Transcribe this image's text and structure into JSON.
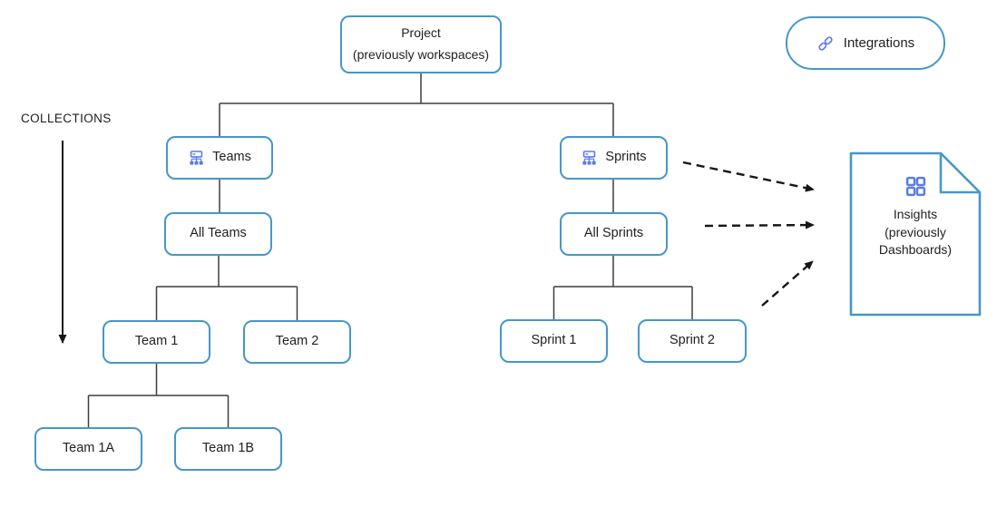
{
  "colors": {
    "box_border": "#4697c8",
    "icon_blue": "#5b7ce8",
    "connector": "#3f3f3f",
    "arrow_black": "#161616",
    "text": "#212121"
  },
  "collections": {
    "label": "COLLECTIONS",
    "arrow": "downward"
  },
  "nodes": {
    "project": {
      "label": "Project",
      "sublabel": "(previously workspaces)"
    },
    "integrations": {
      "label": "Integrations",
      "icon": "link-icon"
    },
    "teams": {
      "label": "Teams",
      "icon": "org-chart-icon"
    },
    "sprints": {
      "label": "Sprints",
      "icon": "org-chart-icon"
    },
    "all_teams": {
      "label": "All Teams"
    },
    "all_sprints": {
      "label": "All Sprints"
    },
    "team1": {
      "label": "Team 1"
    },
    "team2": {
      "label": "Team 2"
    },
    "team1a": {
      "label": "Team 1A"
    },
    "team1b": {
      "label": "Team 1B"
    },
    "sprint1": {
      "label": "Sprint 1"
    },
    "sprint2": {
      "label": "Sprint 2"
    },
    "insights": {
      "label": "Insights",
      "sublabel": "(previously Dashboards)",
      "icon": "grid-icon",
      "shape": "document-folded-corner"
    }
  },
  "edges": [
    {
      "from": "project",
      "to": "teams",
      "style": "solid"
    },
    {
      "from": "project",
      "to": "sprints",
      "style": "solid"
    },
    {
      "from": "teams",
      "to": "all_teams",
      "style": "solid"
    },
    {
      "from": "all_teams",
      "to": "team1",
      "style": "solid"
    },
    {
      "from": "all_teams",
      "to": "team2",
      "style": "solid"
    },
    {
      "from": "team1",
      "to": "team1a",
      "style": "solid"
    },
    {
      "from": "team1",
      "to": "team1b",
      "style": "solid"
    },
    {
      "from": "sprints",
      "to": "all_sprints",
      "style": "solid"
    },
    {
      "from": "all_sprints",
      "to": "sprint1",
      "style": "solid"
    },
    {
      "from": "all_sprints",
      "to": "sprint2",
      "style": "solid"
    },
    {
      "from": "sprints",
      "to": "insights",
      "style": "dashed-arrow"
    },
    {
      "from": "all_sprints",
      "to": "insights",
      "style": "dashed-arrow"
    },
    {
      "from": "sprint2",
      "to": "insights",
      "style": "dashed-arrow"
    }
  ]
}
